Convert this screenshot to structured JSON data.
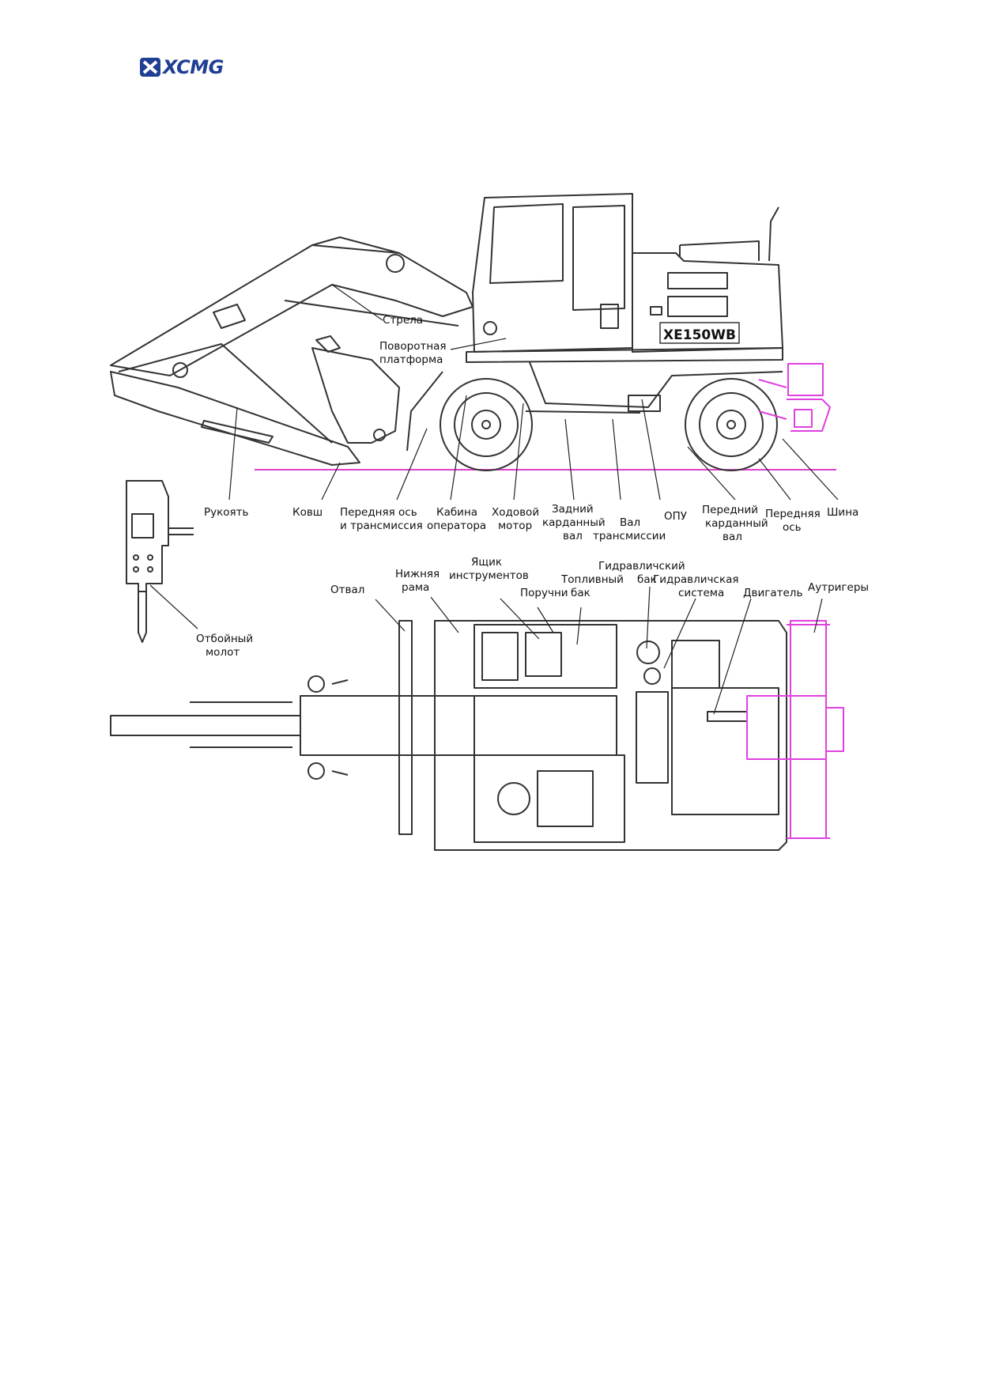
{
  "header": {
    "logo_text": "XCMG"
  },
  "side_view": {
    "model_plate": "XE150WB",
    "labels": {
      "boom": "Стрела",
      "platform_1": "Поворотная",
      "platform_2": "платформа",
      "stick": "Рукоять",
      "bucket": "Ковш",
      "front_axle_trans_1": "Передняя ось",
      "front_axle_trans_2": "и трансмиссия",
      "cab_1": "Кабина",
      "cab_2": "оператора",
      "travel_motor_1": "Ходовой",
      "travel_motor_2": "мотор",
      "rear_shaft_1": "Задний",
      "rear_shaft_2": "карданный",
      "rear_shaft_3": "вал",
      "trans_shaft_1": "Вал",
      "trans_shaft_2": "трансмиссии",
      "slew_bearing": "ОПУ",
      "front_shaft_1": "Передний",
      "front_shaft_2": "карданный",
      "front_shaft_3": "вал",
      "front_axle_1": "Передняя",
      "front_axle_2": "ось",
      "tire": "Шина"
    }
  },
  "breaker": {
    "label_1": "Отбойный",
    "label_2": "молот"
  },
  "top_view": {
    "labels": {
      "blade": "Отвал",
      "lower_frame_1": "Нижняя",
      "lower_frame_2": "рама",
      "toolbox_1": "Ящик",
      "toolbox_2": "инструментов",
      "handrails": "Поручни",
      "fuel_tank_1": "Топливный",
      "fuel_tank_2": "бак",
      "hyd_tank_1": "Гидравличский",
      "hyd_tank_2": "бак",
      "hyd_system_1": "Гидравличская",
      "hyd_system_2": "система",
      "engine": "Двигатель",
      "outriggers": "Аутригеры"
    }
  },
  "colors": {
    "logo": "#1f3f93",
    "attachment": "#e040e0",
    "ground_line": "#e040c8",
    "line": "#333333"
  }
}
